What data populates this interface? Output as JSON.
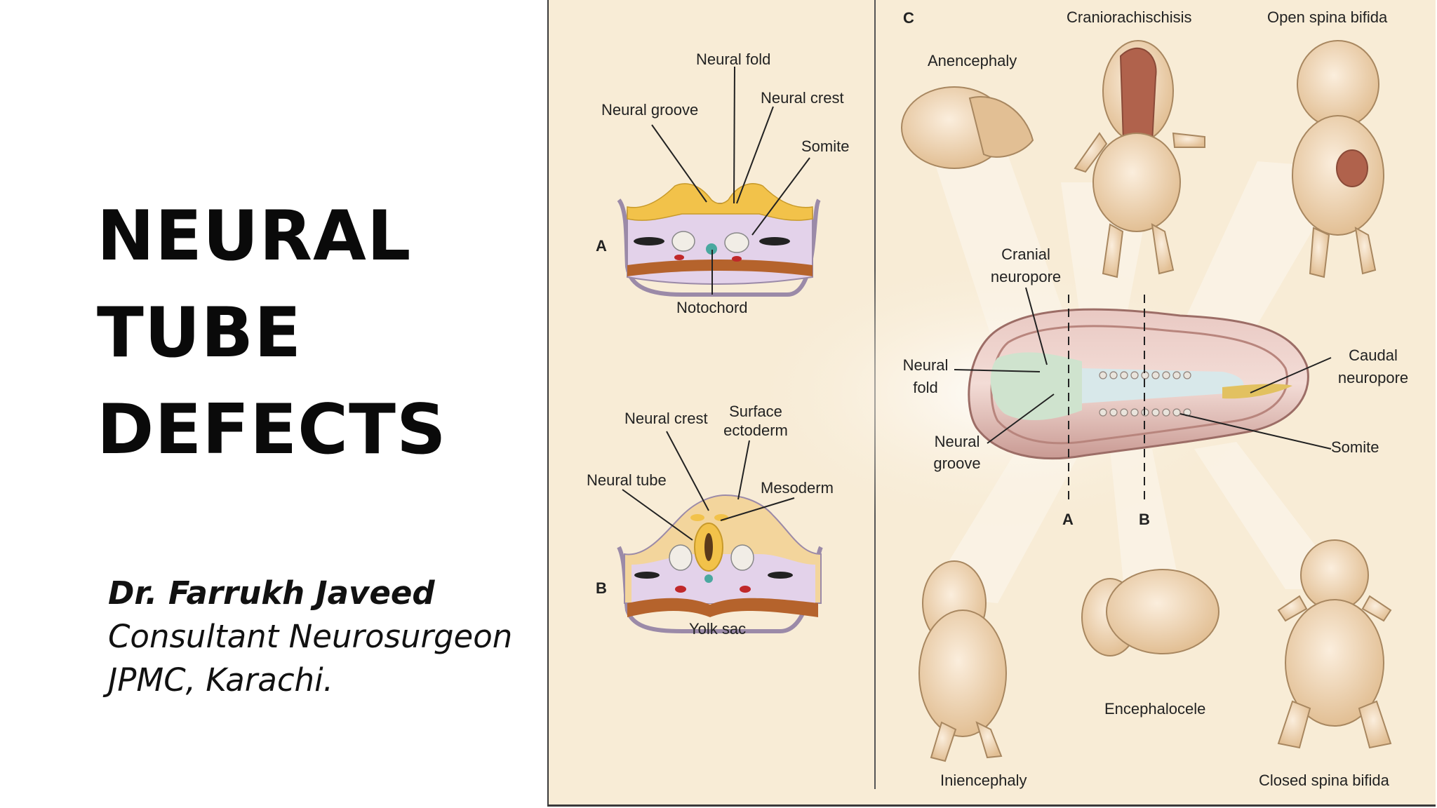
{
  "title": {
    "line1": "NEURAL",
    "line2": "TUBE",
    "line3": "DEFECTS"
  },
  "author": {
    "name": "Dr. Farrukh Javeed",
    "role": "Consultant Neurosurgeon",
    "affiliation": "JPMC, Karachi."
  },
  "figure": {
    "panel_a": {
      "letter": "A",
      "neural_fold": "Neural fold",
      "neural_groove": "Neural groove",
      "neural_crest": "Neural crest",
      "somite": "Somite",
      "notochord": "Notochord"
    },
    "panel_b": {
      "letter": "B",
      "neural_crest": "Neural crest",
      "surface_ectoderm_1": "Surface",
      "surface_ectoderm_2": "ectoderm",
      "neural_tube": "Neural tube",
      "mesoderm": "Mesoderm",
      "yolk_sac": "Yolk sac"
    },
    "panel_c": {
      "letter": "C",
      "anencephaly": "Anencephaly",
      "craniorachischisis": "Craniorachischisis",
      "open_spina_bifida": "Open spina bifida",
      "cranial_neuropore_1": "Cranial",
      "cranial_neuropore_2": "neuropore",
      "neural_fold_1": "Neural",
      "neural_fold_2": "fold",
      "neural_groove_1": "Neural",
      "neural_groove_2": "groove",
      "caudal_neuropore_1": "Caudal",
      "caudal_neuropore_2": "neuropore",
      "somite": "Somite",
      "section_a": "A",
      "section_b": "B",
      "iniencephaly": "Iniencephaly",
      "encephalocele": "Encephalocele",
      "closed_spina_bifida": "Closed spina bifida"
    },
    "colors": {
      "background": "#f8ecd6",
      "neural_plate": "#f2c24a",
      "mesoderm": "#d9c6e3",
      "endoderm": "#b5632c",
      "skin": "#f2d8b8"
    }
  }
}
